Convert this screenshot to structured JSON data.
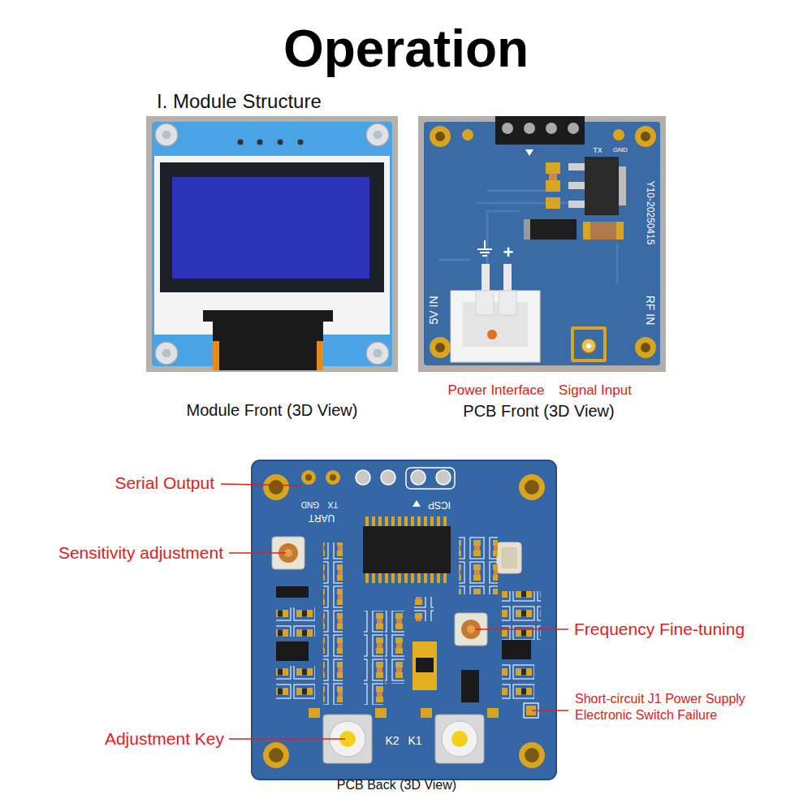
{
  "diagram": {
    "title": "Operation",
    "nodes": [
      {
        "text": [
          "Module Front (3D View)"
        ]
      },
      {
        "text": [
          "PCB Front (3D View)"
        ]
      },
      {
        "text": [
          "PCB Back (3D View)"
        ]
      }
    ],
    "labels": [
      "I. Module Structure",
      "TX",
      "GND",
      "+",
      "5V IN",
      "RF IN",
      "Y10-20250415",
      "Power Interface",
      "Signal Input",
      "Serial Output",
      "GND",
      "TX",
      "UART",
      "ICSP",
      "Sensitivity adjustment",
      "Frequency Fine-tuning",
      "Short-circuit J1 Power Supply Electronic Switch Failure",
      "K2",
      "K1",
      "Adjustment Key"
    ]
  }
}
